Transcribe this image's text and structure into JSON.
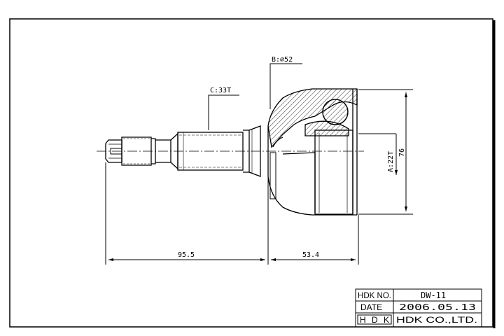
{
  "callouts": {
    "b": "B:⌀52",
    "c": "C:33T",
    "a": "A:22T"
  },
  "dimensions": {
    "overall_diameter": "76",
    "shaft_length": "95.5",
    "housing_length": "53.4"
  },
  "title_block": {
    "hdk_no_label": "HDK NO.",
    "hdk_no_value": "DW-11",
    "date_label": "DATE",
    "date_value": "2006.05.13",
    "logo_text": "HDK",
    "company": "HDK CO.,LTD."
  },
  "colors": {
    "ink": "#000000",
    "paper": "#ffffff"
  }
}
